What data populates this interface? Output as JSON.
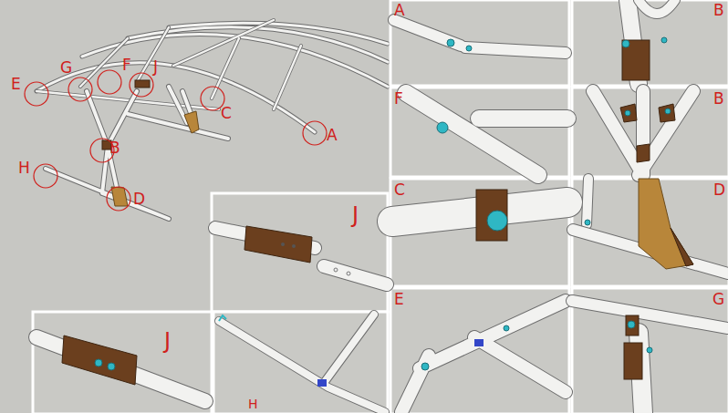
{
  "diagram": {
    "labels": [
      "E",
      "G",
      "F",
      "J",
      "C",
      "A",
      "B",
      "H",
      "D",
      "A",
      "B",
      "F",
      "B",
      "C",
      "D",
      "E",
      "G",
      "J",
      "J",
      "H"
    ]
  }
}
